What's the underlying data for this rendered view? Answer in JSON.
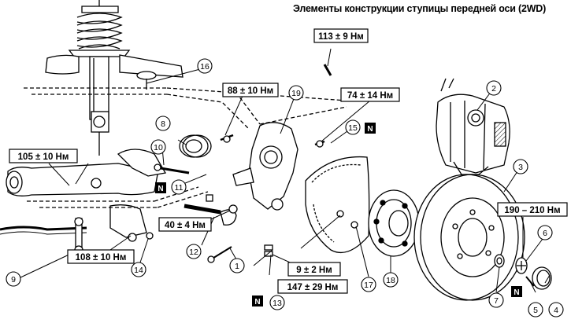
{
  "title": "Элементы конструкции ступицы передней оси (2WD)",
  "callouts": {
    "c1": "1",
    "c2": "2",
    "c3": "3",
    "c4": "4",
    "c5": "5",
    "c6": "6",
    "c7": "7",
    "c8": "8",
    "c9": "9",
    "c10": "10",
    "c11": "11",
    "c12": "12",
    "c13": "13",
    "c14": "14",
    "c15": "15",
    "c16": "16",
    "c17": "17",
    "c18": "18",
    "c19": "19"
  },
  "torques": {
    "t113": "113 ± 9 Нм",
    "t88": "88 ± 10 Нм",
    "t74": "74 ± 14 Нм",
    "t105": "105 ± 10 Нм",
    "t40": "40 ± 4 Нм",
    "t108": "108 ± 10 Нм",
    "t9": "9 ± 2 Нм",
    "t147": "147 ± 29 Нм",
    "t190": "190 – 210 Нм"
  },
  "new_part_mark": "N"
}
